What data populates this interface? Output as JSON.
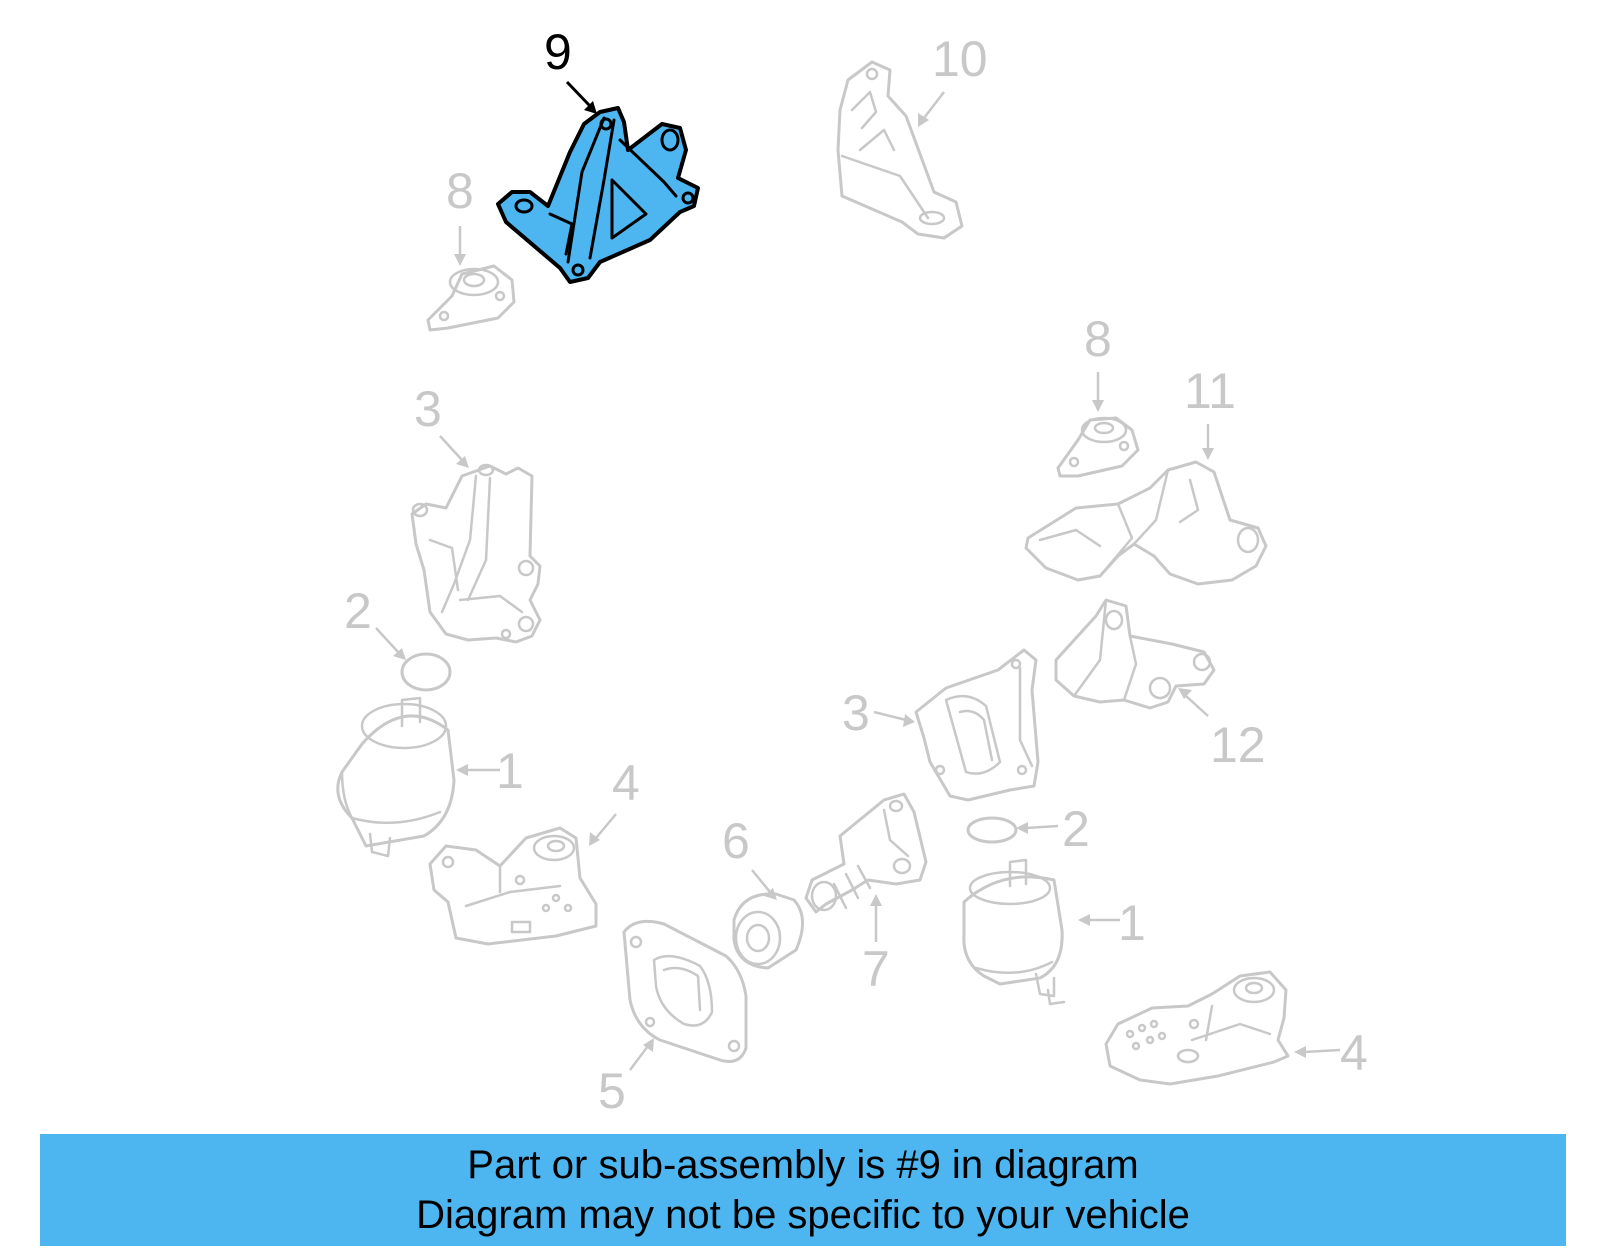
{
  "callouts": {
    "c9": "9",
    "c10": "10",
    "c8_top": "8",
    "c8_right": "8",
    "c11": "11",
    "c3_left": "3",
    "c2_left": "2",
    "c1_left": "1",
    "c4_left": "4",
    "c6": "6",
    "c5": "5",
    "c7": "7",
    "c3_right": "3",
    "c12": "12",
    "c2_right": "2",
    "c1_right": "1",
    "c4_right": "4"
  },
  "highlight": {
    "part_number": "9",
    "color": "#4db6f0"
  },
  "banner": {
    "line1": "Part or sub-assembly is #9 in diagram",
    "line2": "Diagram may not be specific to your vehicle"
  },
  "colors": {
    "banner_bg": "#4db6f0",
    "part_outline": "#c8c8c8",
    "highlight_outline": "#000000"
  }
}
